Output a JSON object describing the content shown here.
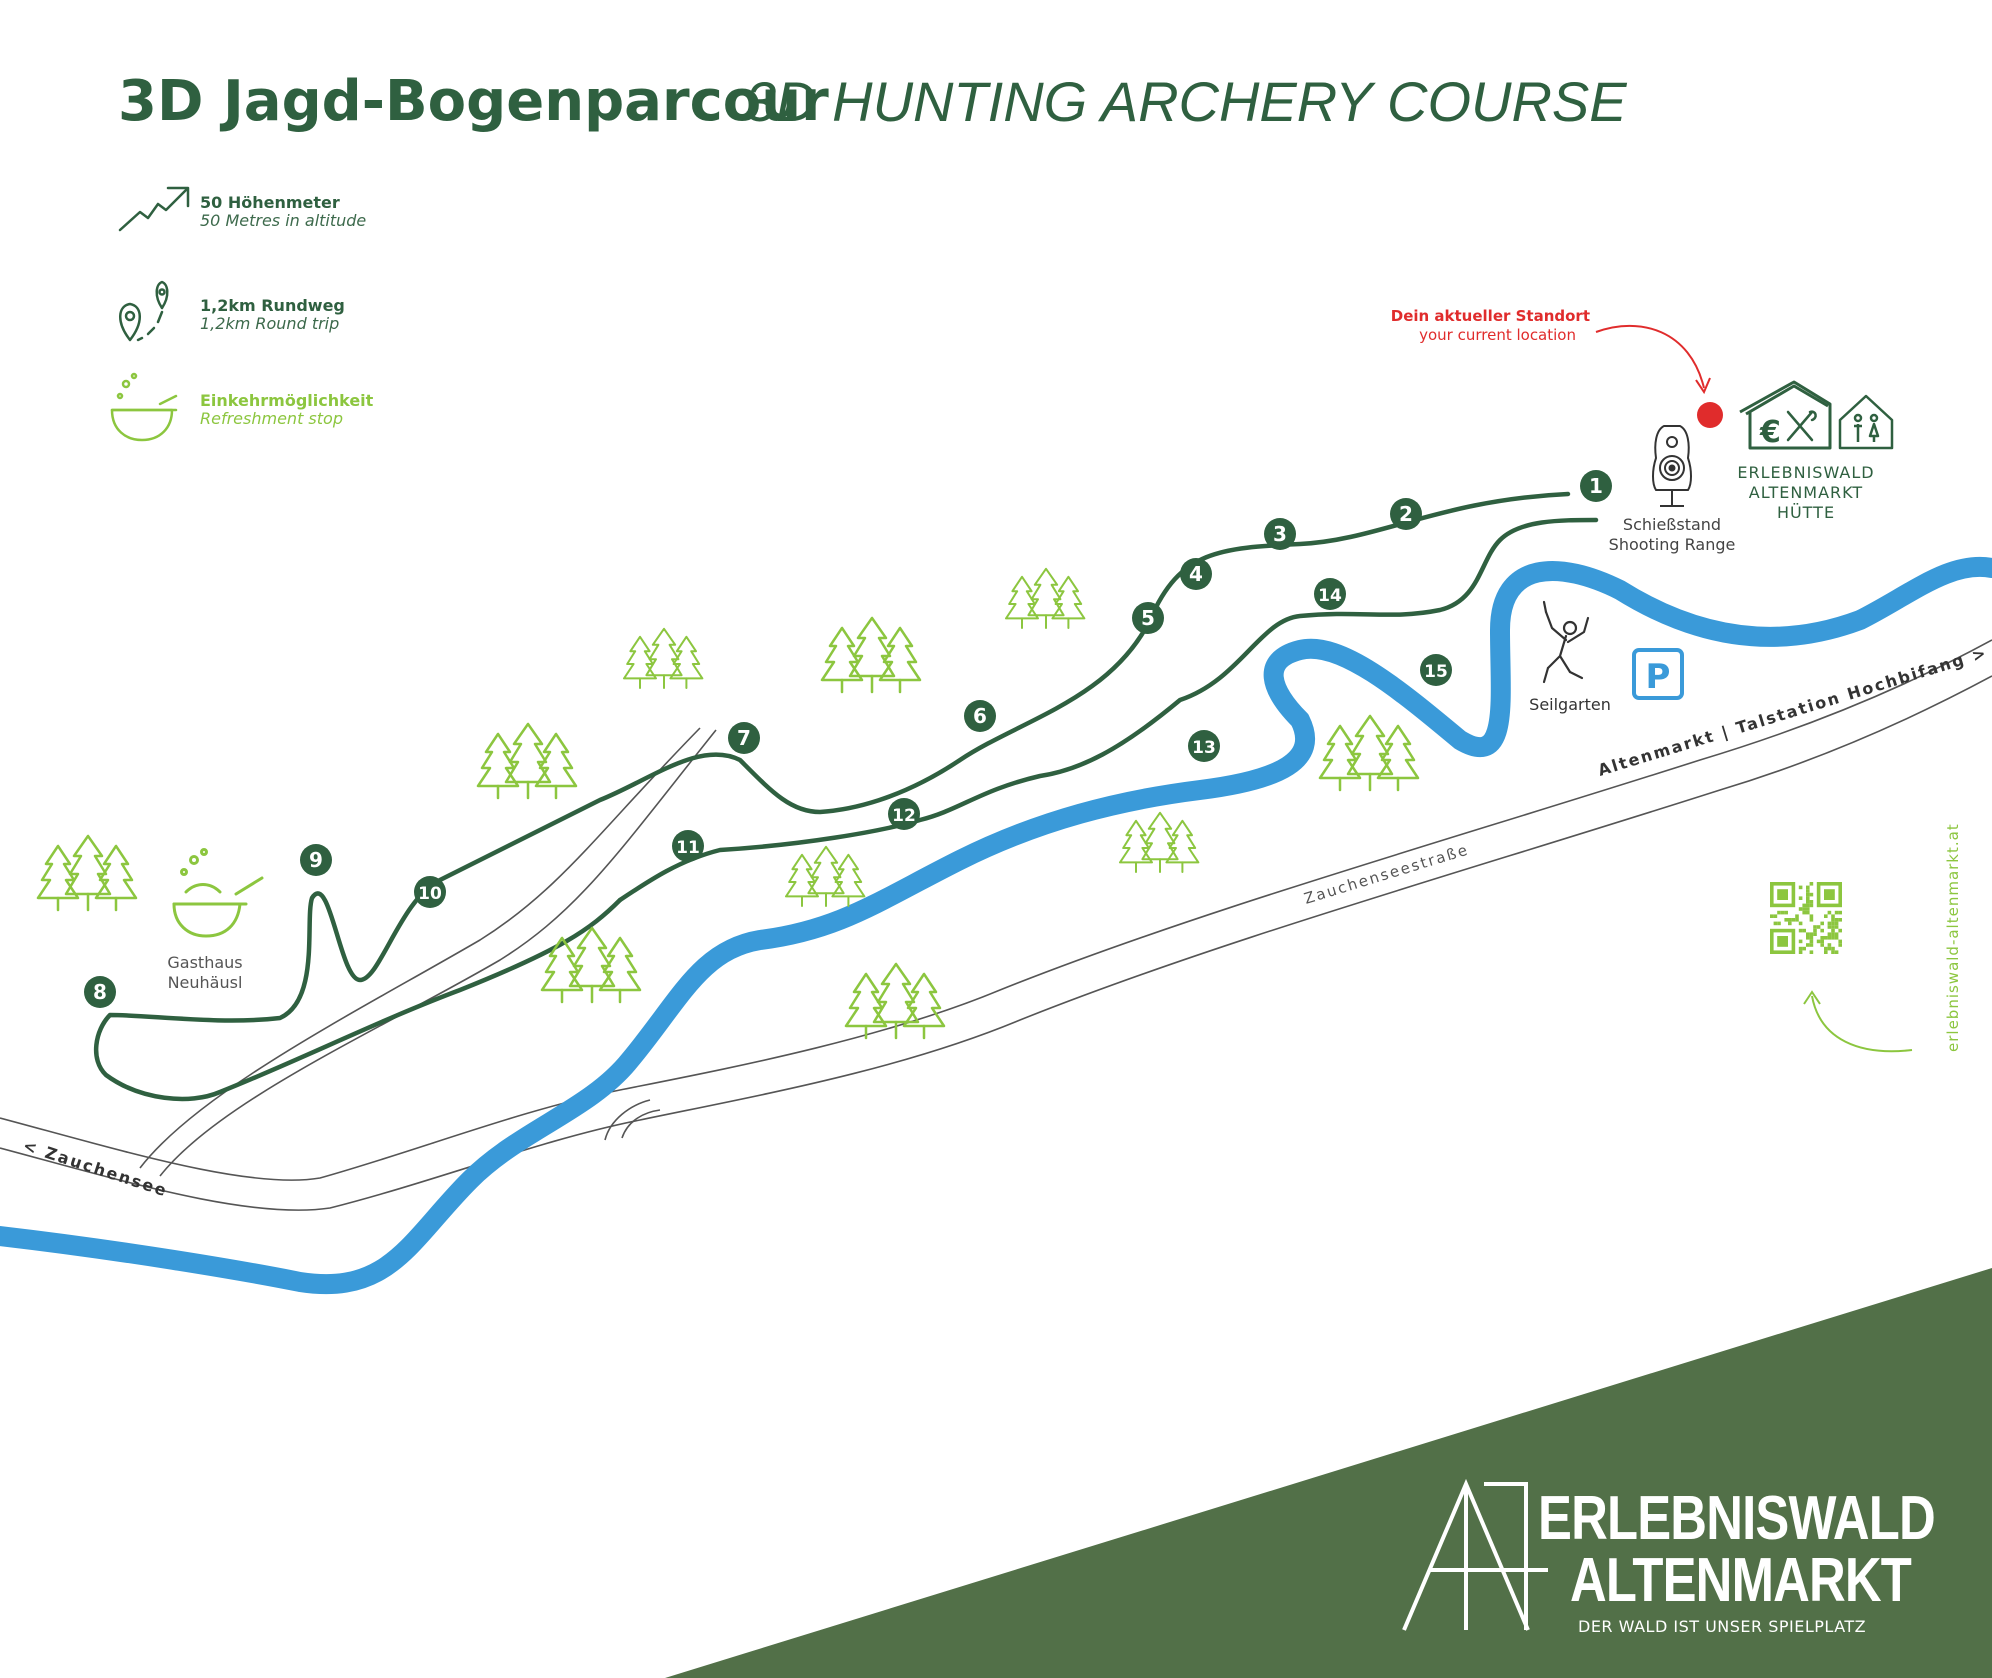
{
  "title": {
    "de": "3D Jagd-Bogenparcour",
    "en": "3D HUNTING ARCHERY COURSE"
  },
  "legend": [
    {
      "de": "50 Höhenmeter",
      "en": "50 Metres in altitude",
      "icon": "trend-up-arrow-icon"
    },
    {
      "de": "1,2km Rundweg",
      "en": "1,2km Round trip",
      "icon": "map-pin-route-icon"
    },
    {
      "de": "Einkehrmöglichkeit",
      "en": "Refreshment stop",
      "icon": "cooking-pan-icon"
    }
  ],
  "current_location": {
    "de": "Dein aktueller Standort",
    "en": "your current location"
  },
  "poi": {
    "shooting_range": [
      "Schießstand",
      "Shooting Range"
    ],
    "hut": [
      "ERLEBNISWALD",
      "ALTENMARKT",
      "HÜTTE"
    ],
    "ropes_course": "Seilgarten",
    "parking": "P",
    "inn": [
      "Gasthaus",
      "Neuhäusl"
    ]
  },
  "roads": {
    "left": "< Zauchensee",
    "right": "Altenmarkt | Talstation Hochbifang >",
    "street": "Zauchenseestraße"
  },
  "stations": [
    "1",
    "2",
    "3",
    "4",
    "5",
    "6",
    "7",
    "8",
    "9",
    "10",
    "11",
    "12",
    "13",
    "14",
    "15"
  ],
  "website": "erlebniswald-altenmarkt.at",
  "brand": {
    "line1": "ERLEBNISWALD",
    "line2": "ALTENMARKT",
    "tagline": "DER WALD IST UNSER SPIELPLATZ"
  },
  "colors": {
    "trail": "#2f6040",
    "river": "#3a9ad9",
    "trees": "#8cc63f",
    "marker": "#e02c2c",
    "brand_band": "#527048",
    "parking": "#3a9ad9"
  }
}
